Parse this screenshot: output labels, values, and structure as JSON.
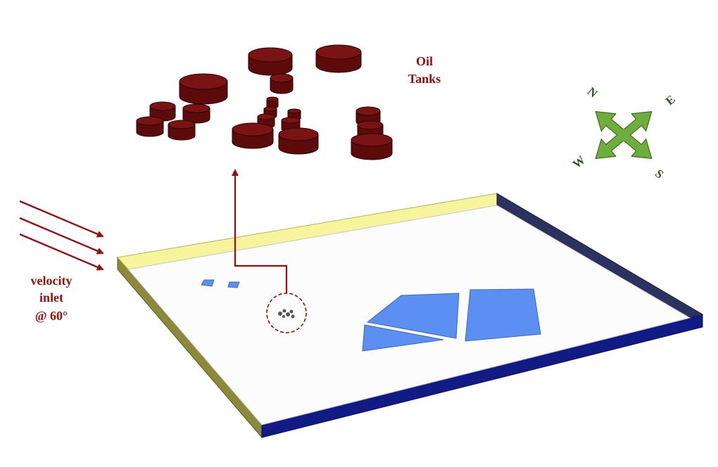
{
  "labels": {
    "oil_tanks_line1": "Oil",
    "oil_tanks_line2": "Tanks",
    "velocity_line1": "velocity",
    "velocity_line2": "inlet",
    "velocity_line3": "@ 60°"
  },
  "compass": {
    "north": "N",
    "east": "E",
    "south": "S",
    "west": "W"
  },
  "colors": {
    "tank_side": "#5c0a0a",
    "tank_top": "#7a1414",
    "tank_edge": "#2e0303",
    "label_red": "#9b0d0d",
    "arrow_red": "#9b0d0d",
    "compass_green": "#6fae3c",
    "compass_edge": "#3c6b1c",
    "compass_text": "#2f5a1f",
    "domain_floor": "#fcfcfc",
    "wall_yellow": "#f6f59c",
    "wall_olive": "#8a8a3a",
    "wall_navy_right": "#2d3160",
    "wall_navy_front": "#121a86",
    "water_blue": "#5b8ff2"
  }
}
